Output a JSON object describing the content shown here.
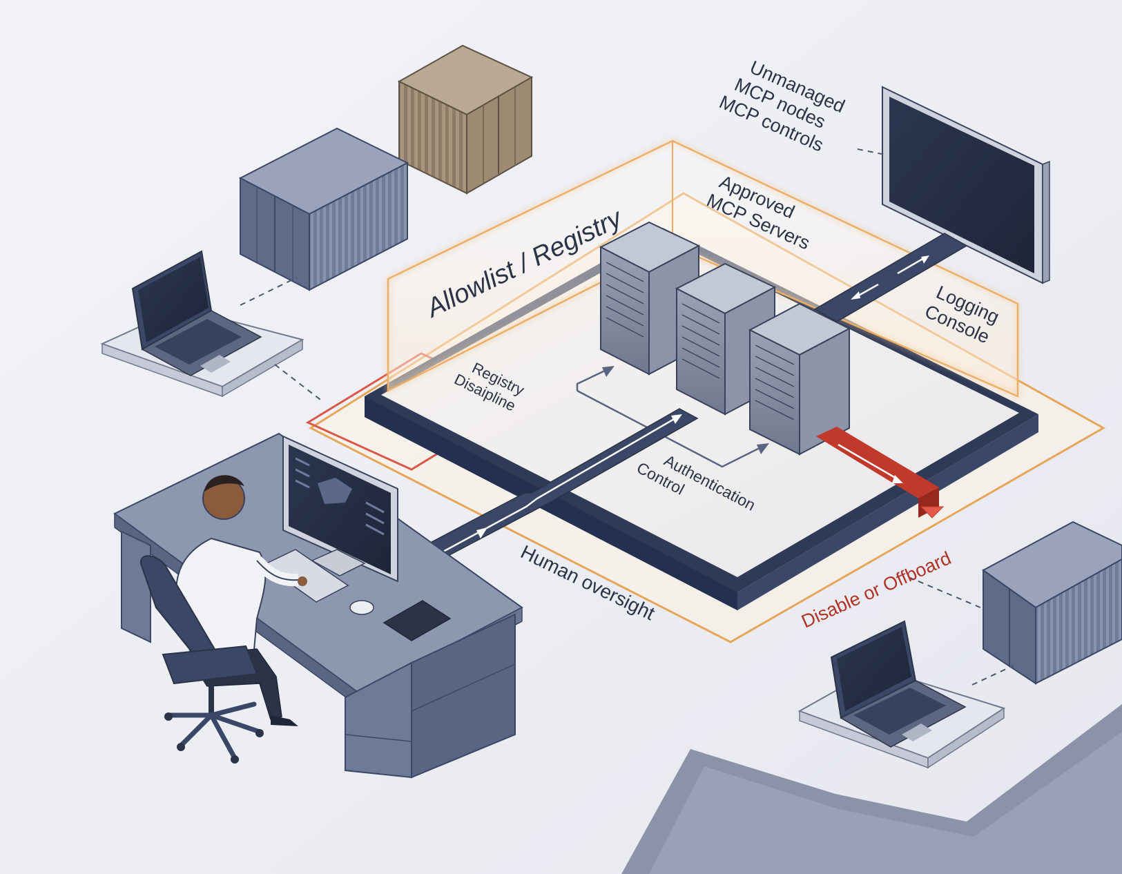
{
  "labels": {
    "allowlist": "Allowlist / Registry",
    "approved_line1": "Approved",
    "approved_line2": "MCP Servers",
    "unmanaged_line1": "Unmanaged",
    "unmanaged_line2": "MCP nodes",
    "unmanaged_line3": "MCP controls",
    "logging_line1": "Logging",
    "logging_line2": "Console",
    "registry_line1": "Registry",
    "registry_line2": "Disaipline",
    "auth_line1": "Authentication",
    "auth_line2": "Control",
    "human": "Human oversight",
    "disable": "Disable or Offboard"
  },
  "icons": [
    "shipping-container-icon",
    "laptop-icon",
    "server-tower-icon",
    "monitor-icon",
    "person-icon",
    "office-chair-icon",
    "desk-icon",
    "keyboard-icon",
    "mouse-icon",
    "tablet-icon"
  ],
  "colors": {
    "background": "#eef0f5",
    "navy": "#3a4766",
    "steel": "#7d879c",
    "platform_dark": "#2f3a57",
    "allowlist_frame": "#e6a65a",
    "disable_red": "#c0392b",
    "crate_brown": "#9a8872"
  }
}
